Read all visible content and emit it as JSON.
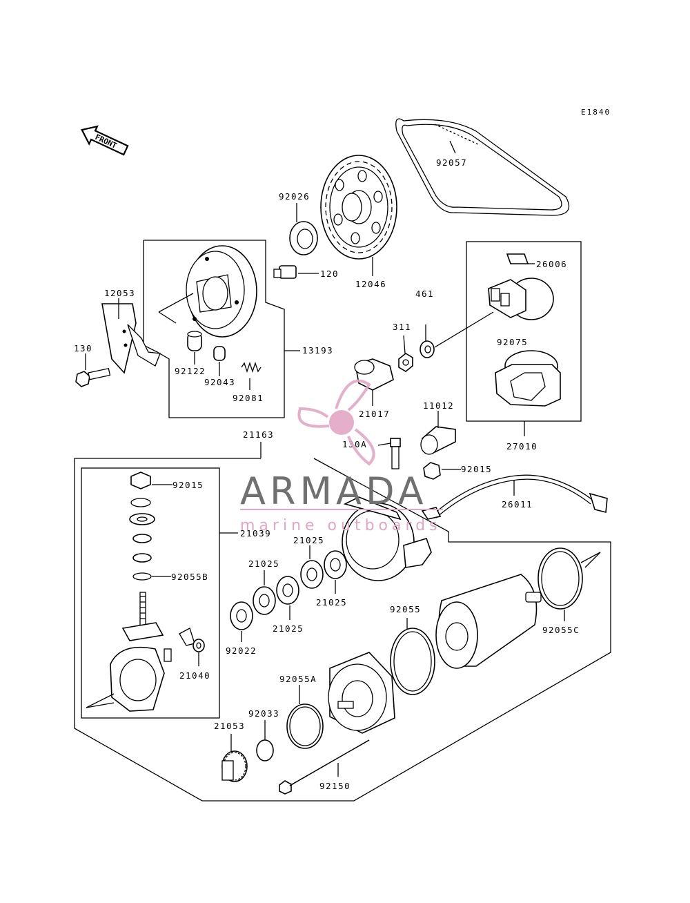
{
  "diagram_code": "E1840",
  "front_arrow_label": "FRONT",
  "watermark": {
    "brand": "ARMADA",
    "tagline": "marine outboards",
    "color_brand": "#707070",
    "color_accent": "#e3a6c4",
    "logo": "propeller-logo"
  },
  "part_labels": {
    "p92057": "92057",
    "p92026": "92026",
    "p120": "120",
    "p12046": "12046",
    "p12053": "12053",
    "p130": "130",
    "p92122": "92122",
    "p92043": "92043",
    "p92081": "92081",
    "p13193": "13193",
    "p26006": "26006",
    "p461": "461",
    "p311": "311",
    "p92075": "92075",
    "p21017": "21017",
    "p11012": "11012",
    "p27010": "27010",
    "p130A": "130A",
    "p21163": "21163",
    "p92015a": "92015",
    "p92015b": "92015",
    "p26011": "26011",
    "p21039": "21039",
    "p92055B": "92055B",
    "p21025a": "21025",
    "p21025b": "21025",
    "p21025c": "21025",
    "p21025d": "21025",
    "p92022": "92022",
    "p92055": "92055",
    "p92055C": "92055C",
    "p21040": "21040",
    "p92055A": "92055A",
    "p92033": "92033",
    "p21053": "21053",
    "p92150": "92150"
  }
}
